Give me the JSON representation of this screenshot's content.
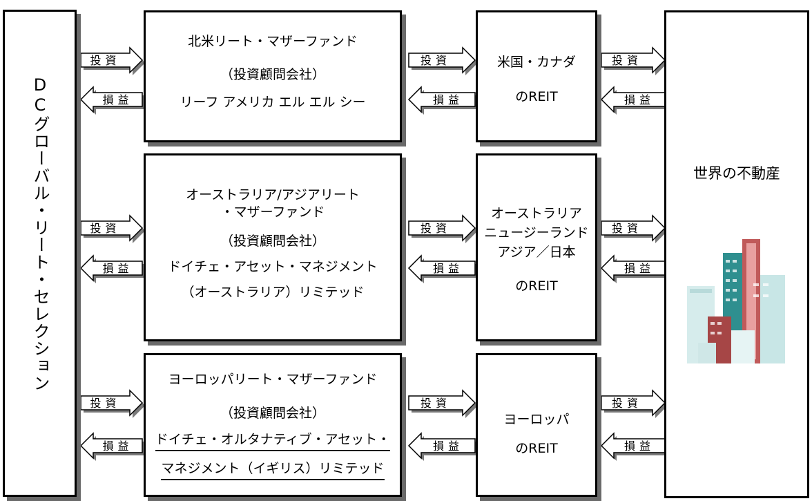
{
  "left_panel": {
    "title": "DCグローバル・リート・セレクション"
  },
  "arrows": {
    "invest": "投資",
    "return": "損益"
  },
  "mother_funds": [
    {
      "title": "北米リート・マザーファンド",
      "sub": "（投資顧問会社）",
      "advisor": [
        "リーフ アメリカ エル エル シー"
      ]
    },
    {
      "title": "オーストラリア/アジアリート",
      "title2": "・マザーファンド",
      "sub": "（投資顧問会社）",
      "advisor": [
        "ドイチェ・アセット・マネジメント",
        "（オーストラリア）リミテッド"
      ]
    },
    {
      "title": "ヨーロッパリート・マザーファンド",
      "sub": "（投資顧問会社）",
      "advisor": [
        "ドイチェ・オルタナティブ・アセット・",
        "マネジメント（イギリス）リミテッド"
      ]
    }
  ],
  "reits": [
    {
      "lines": [
        "米国・カナダ",
        "のREIT"
      ]
    },
    {
      "lines": [
        "オーストラリア",
        "ニュージーランド",
        "アジア／日本",
        "のREIT"
      ]
    },
    {
      "lines": [
        "ヨーロッパ",
        "のREIT"
      ]
    }
  ],
  "world": {
    "title": "世界の不動産",
    "icon": "city-buildings-icon"
  }
}
